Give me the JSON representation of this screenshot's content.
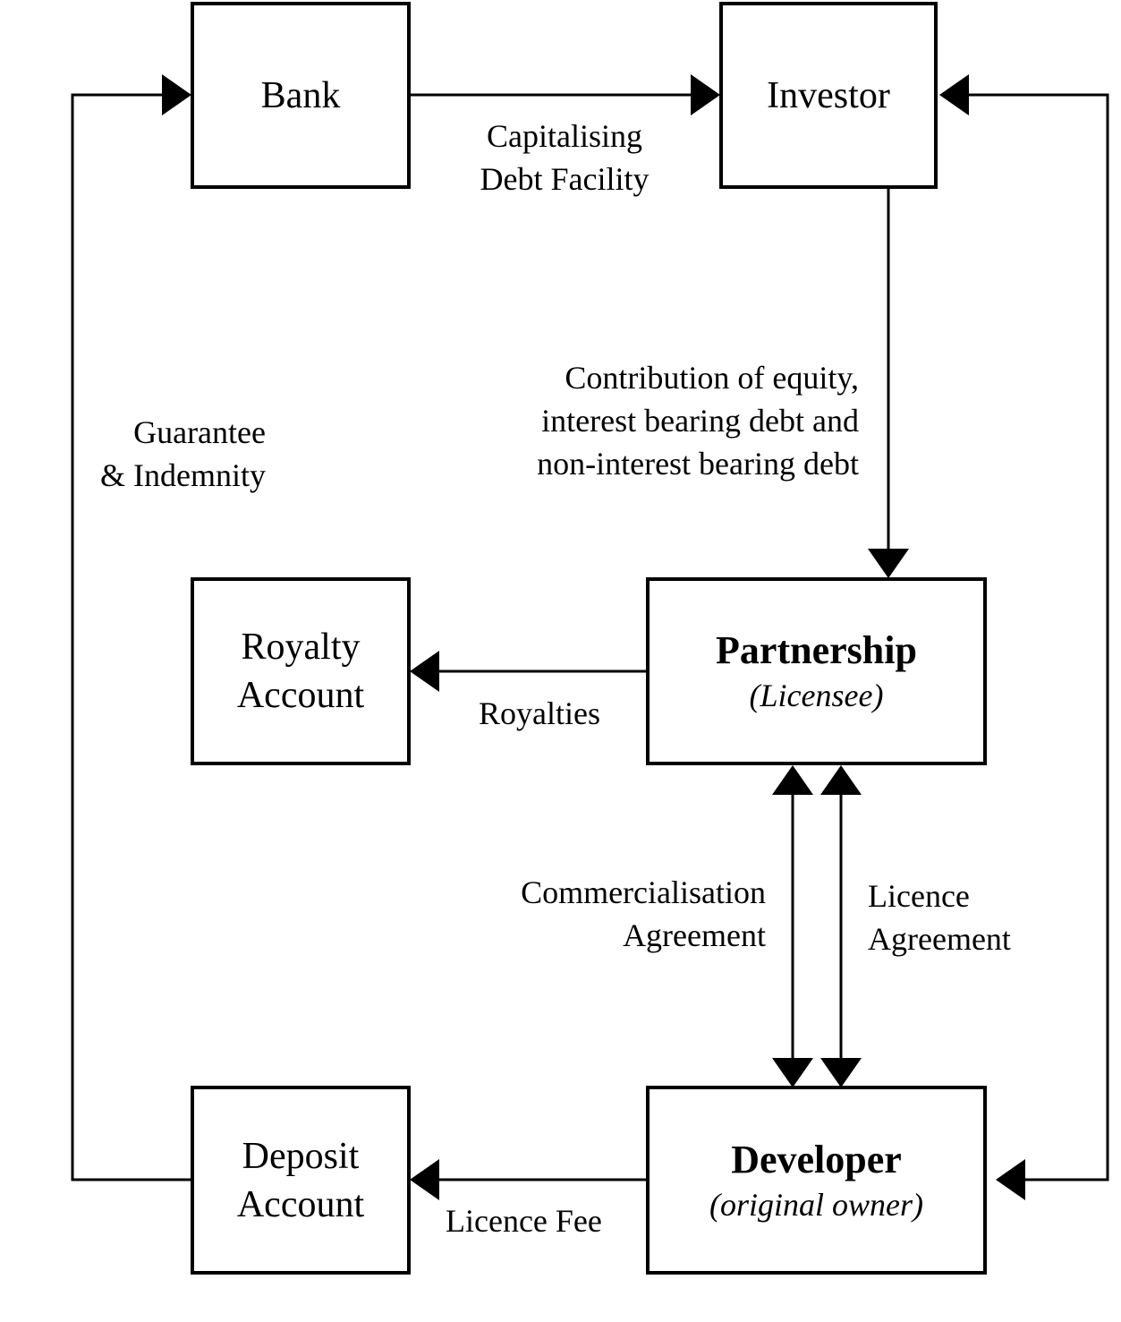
{
  "nodes": {
    "bank": {
      "title": "Bank"
    },
    "investor": {
      "title": "Investor"
    },
    "royalty_account": {
      "line1": "Royalty",
      "line2": "Account"
    },
    "partnership": {
      "title": "Partnership",
      "subtitle": "(Licensee)"
    },
    "deposit_account": {
      "line1": "Deposit",
      "line2": "Account"
    },
    "developer": {
      "title": "Developer",
      "subtitle": "(original owner)"
    }
  },
  "edges": {
    "bank_investor": {
      "line1": "Capitalising",
      "line2": "Debt Facility"
    },
    "investor_partnership": {
      "line1": "Contribution of equity,",
      "line2": "interest bearing debt and",
      "line3": "non-interest bearing debt"
    },
    "guarantee": {
      "line1": "Guarantee",
      "line2": "& Indemnity"
    },
    "royalties": {
      "label": "Royalties"
    },
    "commercialisation": {
      "line1": "Commercialisation",
      "line2": "Agreement"
    },
    "licence": {
      "line1": "Licence",
      "line2": "Agreement"
    },
    "licence_fee": {
      "label": "Licence Fee"
    }
  }
}
